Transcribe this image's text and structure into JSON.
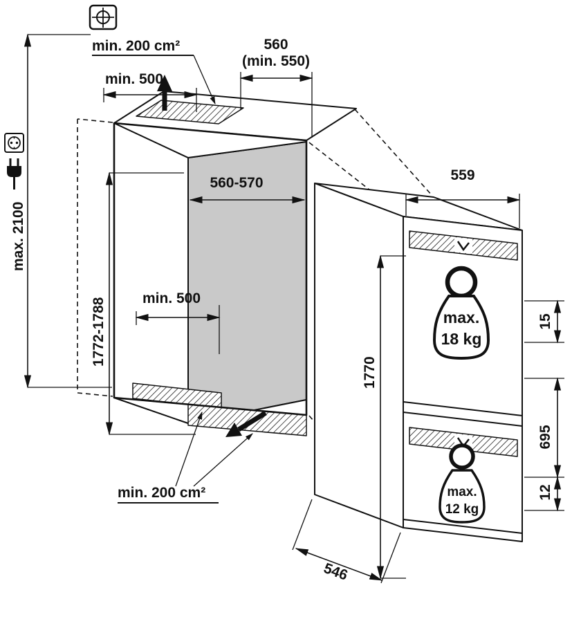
{
  "diagram": {
    "kind": "built-in-appliance-installation-dimension-drawing",
    "niche": {
      "top_vent_area_label": "min. 200 cm²",
      "top_clearance_label": "min. 500",
      "depth_label": "560",
      "depth_min_label": "(min. 550)",
      "max_height_label": "max. 2100",
      "inner_width_label": "560-570",
      "inner_height_label": "1772-1788",
      "floor_clearance_label": "min. 500",
      "bottom_vent_area_label": "min. 200 cm²"
    },
    "appliance": {
      "width_label": "559",
      "height_label": "1770",
      "depth_label": "546",
      "upper_door_load_prefix": "max.",
      "upper_door_load_value": "18 kg",
      "lower_door_load_prefix": "max.",
      "lower_door_load_value": "12 kg",
      "upper_front_gap_label": "15",
      "lower_front_height_label": "695",
      "lower_front_gap_label": "12"
    },
    "icons": {
      "wall_fixing": "wall-fixing-crosshair-icon",
      "power_socket": "power-socket-icon",
      "power_plug": "power-plug-icon",
      "airflow_top": "airflow-arrow-up-icon",
      "airflow_bottom": "airflow-arrow-bottom-icon",
      "upper_weight": "weight-kettlebell-icon",
      "lower_weight": "weight-kettlebell-icon"
    },
    "colors": {
      "line": "#111111",
      "back_wall": "#c9c9c9",
      "background": "#ffffff"
    }
  }
}
